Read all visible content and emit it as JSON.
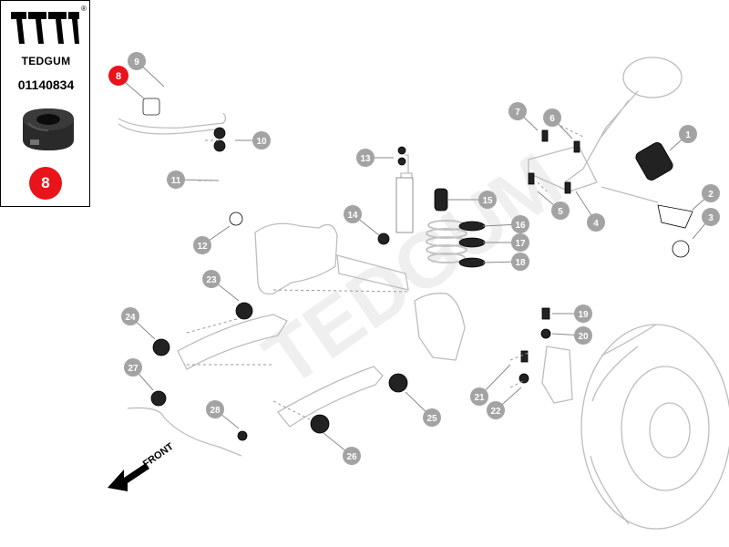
{
  "brand": {
    "name": "TEDGUM",
    "registered_mark": "®",
    "part_number": "01140834",
    "highlight_badge": "8",
    "badge_color": "#e8131b",
    "logo_color": "#000000"
  },
  "diagram": {
    "watermark": "TEDGUM",
    "front_label": "FRONT",
    "callout_color": "#a3a3a3",
    "highlight_color": "#e8131b",
    "callouts": [
      "1",
      "2",
      "3",
      "4",
      "5",
      "6",
      "7",
      "8",
      "9",
      "10",
      "11",
      "12",
      "13",
      "14",
      "15",
      "16",
      "17",
      "18",
      "19",
      "20",
      "21",
      "22",
      "23",
      "24",
      "25",
      "26",
      "27",
      "28"
    ]
  }
}
